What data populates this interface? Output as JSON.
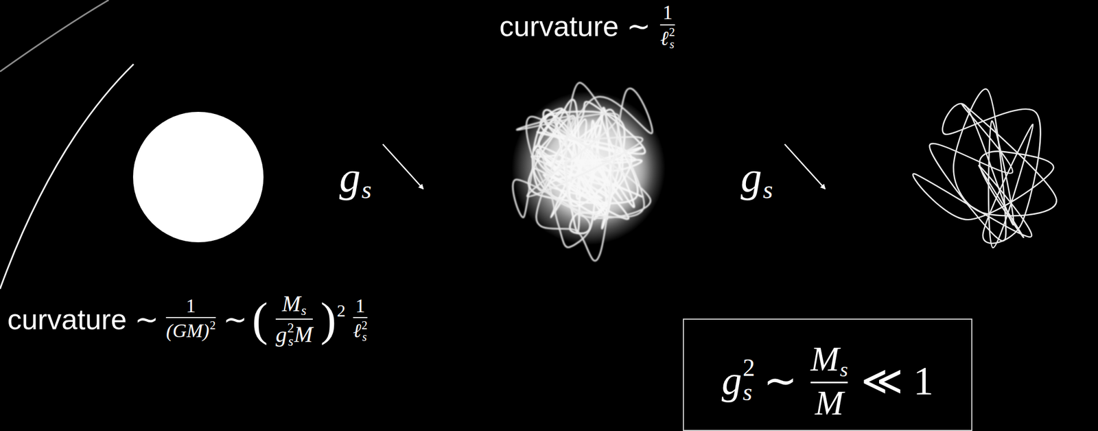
{
  "diagram": {
    "nodes": [
      {
        "text": [
          "g",
          "s",
          "2",
          "∼",
          "M",
          "s",
          "M",
          "≪ 1"
        ]
      }
    ],
    "labels": [
      "curvature ∼",
      "1",
      "ℓ",
      "s",
      "2",
      "g",
      "s",
      "g",
      "s",
      "curvature ∼",
      "1",
      "(GM)",
      "2",
      "∼",
      "(",
      "M",
      "s",
      "g",
      "s",
      "2",
      "M",
      ")",
      "2",
      "1",
      "ℓ",
      "s",
      "2"
    ]
  }
}
